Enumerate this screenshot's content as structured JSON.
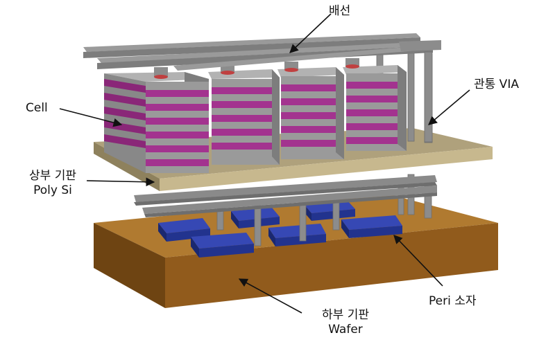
{
  "labels": {
    "wiring": "배선",
    "via": "관통 VIA",
    "cell": "Cell",
    "upper_substrate": [
      "상부 기판",
      "Poly Si"
    ],
    "peri": "Peri 소자",
    "lower_substrate": [
      "하부 기판",
      "Wafer"
    ]
  },
  "colors": {
    "wafer_top": "#B07A30",
    "wafer_front": "#915B1C",
    "wafer_side": "#6E4412",
    "poly_top": "#AFA17C",
    "poly_front": "#C7B88E",
    "poly_side": "#8E815D",
    "cell_magenta": "#A3338F",
    "cell_gray": "#9A9A9A",
    "rail": "#8C8C8C",
    "peri_blue": "#283A9E",
    "arrow": "#111111"
  }
}
